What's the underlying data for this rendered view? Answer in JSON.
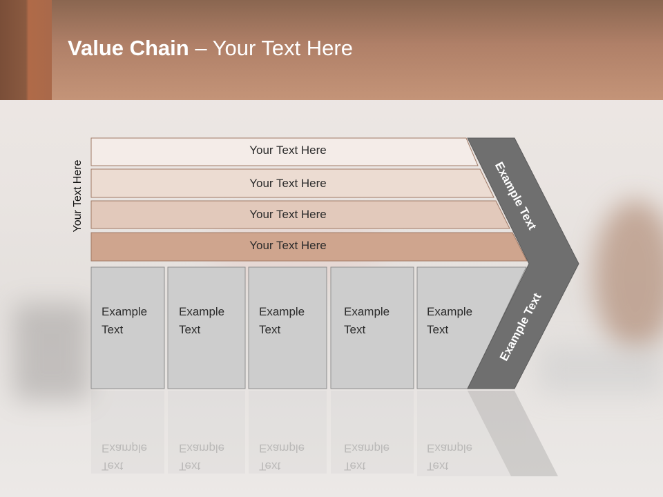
{
  "title": {
    "bold": "Value Chain",
    "rest": " – Your Text Here"
  },
  "side_label": "Your Text Here",
  "rows": [
    "Your Text Here",
    "Your Text Here",
    "Your Text Here",
    "Your Text Here"
  ],
  "boxes": [
    {
      "line1": "Example",
      "line2": "Text"
    },
    {
      "line1": "Example",
      "line2": "Text"
    },
    {
      "line1": "Example",
      "line2": "Text"
    },
    {
      "line1": "Example",
      "line2": "Text"
    },
    {
      "line1": "Example",
      "line2": "Text"
    }
  ],
  "chevron": {
    "upper": "Example Text",
    "lower": "Example Text"
  },
  "colors": {
    "header": "#b08068",
    "row1": "#f4ece8",
    "row2": "#ecdcd2",
    "row3": "#e2c9bb",
    "row4": "#cfa58e",
    "box": "#cdcdcd",
    "chevron": "#6f6f6f"
  }
}
